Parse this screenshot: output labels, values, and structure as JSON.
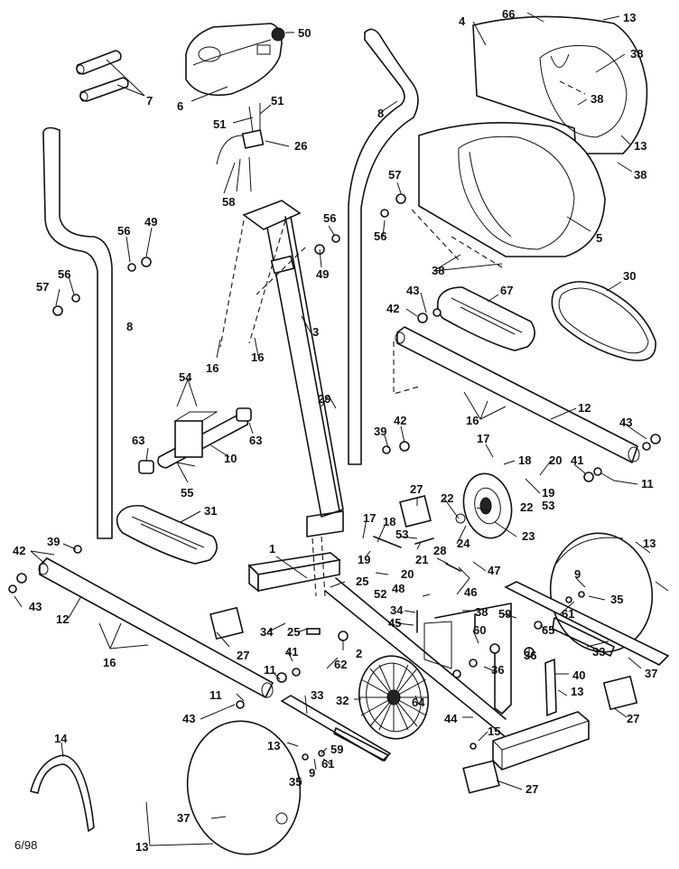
{
  "diagram": {
    "date_code": "6/98",
    "callouts": [
      {
        "id": "c1",
        "text": "13"
      },
      {
        "id": "c2",
        "text": "66"
      },
      {
        "id": "c3",
        "text": "4"
      },
      {
        "id": "c4",
        "text": "50"
      },
      {
        "id": "c5",
        "text": "38"
      },
      {
        "id": "c6",
        "text": "38"
      },
      {
        "id": "c7",
        "text": "13"
      },
      {
        "id": "c8",
        "text": "38"
      },
      {
        "id": "c9",
        "text": "7"
      },
      {
        "id": "c10",
        "text": "6"
      },
      {
        "id": "c11",
        "text": "51"
      },
      {
        "id": "c12",
        "text": "51"
      },
      {
        "id": "c13",
        "text": "26"
      },
      {
        "id": "c14",
        "text": "8"
      },
      {
        "id": "c15",
        "text": "58"
      },
      {
        "id": "c16",
        "text": "57"
      },
      {
        "id": "c17",
        "text": "56"
      },
      {
        "id": "c18",
        "text": "56"
      },
      {
        "id": "c19",
        "text": "5"
      },
      {
        "id": "c20",
        "text": "56"
      },
      {
        "id": "c21",
        "text": "49"
      },
      {
        "id": "c22",
        "text": "49"
      },
      {
        "id": "c23",
        "text": "56"
      },
      {
        "id": "c24",
        "text": "57"
      },
      {
        "id": "c25",
        "text": "38"
      },
      {
        "id": "c26",
        "text": "30"
      },
      {
        "id": "c27",
        "text": "8"
      },
      {
        "id": "c28",
        "text": "43"
      },
      {
        "id": "c29",
        "text": "67"
      },
      {
        "id": "c30",
        "text": "42"
      },
      {
        "id": "c31",
        "text": "3"
      },
      {
        "id": "c32",
        "text": "16"
      },
      {
        "id": "c33",
        "text": "16"
      },
      {
        "id": "c34",
        "text": "54"
      },
      {
        "id": "c35",
        "text": "29"
      },
      {
        "id": "c36",
        "text": "12"
      },
      {
        "id": "c37",
        "text": "16"
      },
      {
        "id": "c38",
        "text": "43"
      },
      {
        "id": "c39",
        "text": "63"
      },
      {
        "id": "c40",
        "text": "63"
      },
      {
        "id": "c41",
        "text": "39"
      },
      {
        "id": "c42",
        "text": "42"
      },
      {
        "id": "c43",
        "text": "10"
      },
      {
        "id": "c44",
        "text": "17"
      },
      {
        "id": "c45",
        "text": "18"
      },
      {
        "id": "c46",
        "text": "20"
      },
      {
        "id": "c47",
        "text": "41"
      },
      {
        "id": "c48",
        "text": "55"
      },
      {
        "id": "c49",
        "text": "19"
      },
      {
        "id": "c50",
        "text": "11"
      },
      {
        "id": "c51",
        "text": "27"
      },
      {
        "id": "c52",
        "text": "22"
      },
      {
        "id": "c53",
        "text": "53"
      },
      {
        "id": "c54",
        "text": "31"
      },
      {
        "id": "c55",
        "text": "17"
      },
      {
        "id": "c56",
        "text": "18"
      },
      {
        "id": "c57",
        "text": "53"
      },
      {
        "id": "c58",
        "text": "22"
      },
      {
        "id": "c59",
        "text": "24"
      },
      {
        "id": "c60",
        "text": "23"
      },
      {
        "id": "c61",
        "text": "13"
      },
      {
        "id": "c62",
        "text": "21"
      },
      {
        "id": "c63",
        "text": "19"
      },
      {
        "id": "c64",
        "text": "28"
      },
      {
        "id": "c65",
        "text": "39"
      },
      {
        "id": "c66",
        "text": "1"
      },
      {
        "id": "c67",
        "text": "47"
      },
      {
        "id": "c68",
        "text": "42"
      },
      {
        "id": "c69",
        "text": "20"
      },
      {
        "id": "c70",
        "text": "25"
      },
      {
        "id": "c71",
        "text": "46"
      },
      {
        "id": "c72",
        "text": "9"
      },
      {
        "id": "c73",
        "text": "35"
      },
      {
        "id": "c74",
        "text": "43"
      },
      {
        "id": "c75",
        "text": "12"
      },
      {
        "id": "c76",
        "text": "52"
      },
      {
        "id": "c77",
        "text": "48"
      },
      {
        "id": "c78",
        "text": "38"
      },
      {
        "id": "c79",
        "text": "61"
      },
      {
        "id": "c80",
        "text": "59"
      },
      {
        "id": "c81",
        "text": "34"
      },
      {
        "id": "c82",
        "text": "34"
      },
      {
        "id": "c83",
        "text": "45"
      },
      {
        "id": "c84",
        "text": "60"
      },
      {
        "id": "c85",
        "text": "65"
      },
      {
        "id": "c86",
        "text": "25"
      },
      {
        "id": "c87",
        "text": "16"
      },
      {
        "id": "c88",
        "text": "27"
      },
      {
        "id": "c89",
        "text": "41"
      },
      {
        "id": "c90",
        "text": "2"
      },
      {
        "id": "c91",
        "text": "62"
      },
      {
        "id": "c92",
        "text": "36"
      },
      {
        "id": "c93",
        "text": "36"
      },
      {
        "id": "c94",
        "text": "33"
      },
      {
        "id": "c95",
        "text": "11"
      },
      {
        "id": "c96",
        "text": "37"
      },
      {
        "id": "c97",
        "text": "32"
      },
      {
        "id": "c98",
        "text": "40"
      },
      {
        "id": "c99",
        "text": "64"
      },
      {
        "id": "c100",
        "text": "13"
      },
      {
        "id": "c101",
        "text": "11"
      },
      {
        "id": "c102",
        "text": "43"
      },
      {
        "id": "c103",
        "text": "33"
      },
      {
        "id": "c104",
        "text": "44"
      },
      {
        "id": "c105",
        "text": "15"
      },
      {
        "id": "c106",
        "text": "27"
      },
      {
        "id": "c107",
        "text": "14"
      },
      {
        "id": "c108",
        "text": "13"
      },
      {
        "id": "c109",
        "text": "59"
      },
      {
        "id": "c110",
        "text": "9"
      },
      {
        "id": "c111",
        "text": "61"
      },
      {
        "id": "c112",
        "text": "35"
      },
      {
        "id": "c113",
        "text": "37"
      },
      {
        "id": "c114",
        "text": "27"
      },
      {
        "id": "c115",
        "text": "13"
      }
    ]
  }
}
